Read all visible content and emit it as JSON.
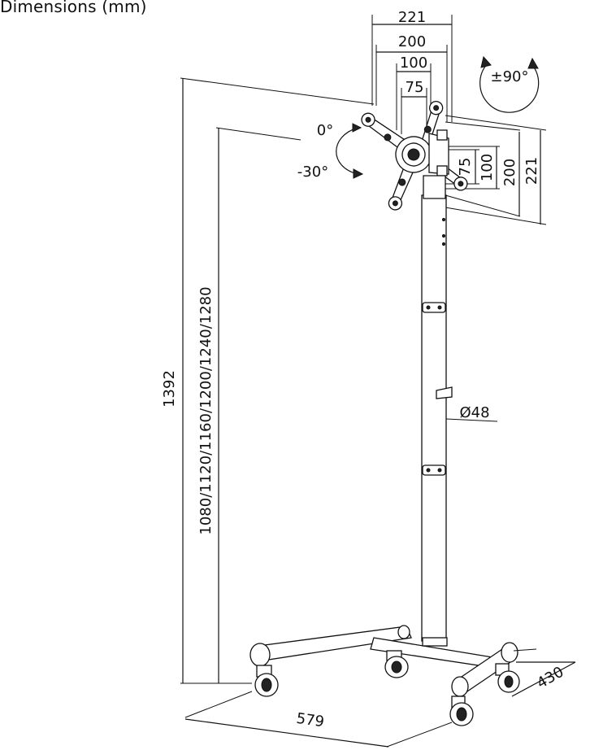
{
  "title": "Dimensions (mm)",
  "colors": {
    "line": "#111111",
    "background": "#ffffff",
    "hardware": "#222222"
  },
  "vesa": {
    "horizontal": [
      "221",
      "200",
      "100",
      "75"
    ],
    "vertical": [
      "75",
      "100",
      "200",
      "221"
    ]
  },
  "rotation": "±90°",
  "tilt": {
    "top": "0°",
    "bottom": "-30°"
  },
  "overall_height": "1392",
  "adjustable_heights": "1080/1120/1160/1200/1240/1280",
  "pole_diameter": "Ø48",
  "base_width": "579",
  "base_depth": "430"
}
